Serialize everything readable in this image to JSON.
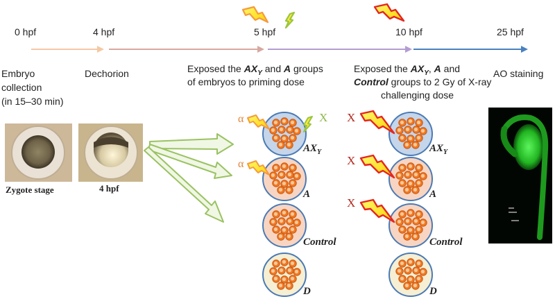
{
  "timeline": {
    "ticks": [
      "0 hpf",
      "4 hpf",
      "5 hpf",
      "10 hpf",
      "25 hpf"
    ],
    "steps": {
      "collection": [
        "Embryo",
        "collection",
        "(in 15–30 min)"
      ],
      "dechorion": "Dechorion",
      "priming": {
        "line1_a": "Exposed the ",
        "line1_b": "AX",
        "line1_sub": "Y",
        "line1_c": " and ",
        "line1_d": "A",
        "line1_e": " groups",
        "line2": "of embryos to priming dose"
      },
      "challenge": {
        "line1_a": "Exposed the ",
        "line1_b": "AX",
        "line1_sub": "Y",
        "line1_c": ", ",
        "line1_d": "A",
        "line1_e": " and",
        "line2_a": "Control",
        "line2_b": " groups to 2 Gy of X-ray",
        "line3": "challenging dose"
      },
      "staining": "AO staining"
    }
  },
  "photos": {
    "zygote_caption": "Zygote stage",
    "hpf4_caption": "4 hpf"
  },
  "groups": {
    "ax_label": "AX",
    "ax_sub": "Y",
    "a_label": "A",
    "control_label": "Control",
    "d_label": "D",
    "alpha": "α",
    "x_green": "X",
    "x_red": "X"
  },
  "colors": {
    "blue_dish": "#c5d5ea",
    "orange_dish": "#f8d5c2",
    "yellow_dish": "#f6efd3",
    "dish_border": "#4a7ab5",
    "cell": "#f07a23",
    "arrow_green": "#9ac262",
    "bolt_red": "#e52620",
    "bolt_orange": "#f59a3e",
    "bolt_green": "#9bc53d"
  }
}
